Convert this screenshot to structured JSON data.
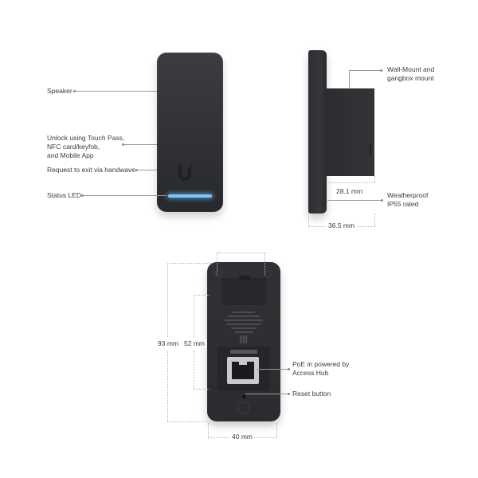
{
  "front_view": {
    "callouts": {
      "speaker": "Speaker",
      "unlock_line1": "Unlock using Touch Pass,",
      "unlock_line2": "NFC card/keyfob,",
      "unlock_line3": "and Mobile App",
      "request_exit": "Request to exit via handwave",
      "status_led": "Status LED"
    },
    "colors": {
      "body": "#2f3134",
      "led": "#7cc6ff"
    }
  },
  "side_view": {
    "callouts": {
      "wall_mount_line1": "Wall-Mount and",
      "wall_mount_line2": "gangbox mount",
      "weatherproof_line1": "Weatherproof",
      "weatherproof_line2": "IP55 rated"
    },
    "dimensions": {
      "depth_body": "28.1 mm",
      "depth_total": "36.5 mm"
    }
  },
  "back_view": {
    "callouts": {
      "poe_line1": "PoE in powered by",
      "poe_line2": "Access Hub",
      "reset": "Reset button"
    },
    "dimensions": {
      "height_total": "93 mm",
      "height_inner": "52 mm",
      "width": "40 mm"
    }
  }
}
